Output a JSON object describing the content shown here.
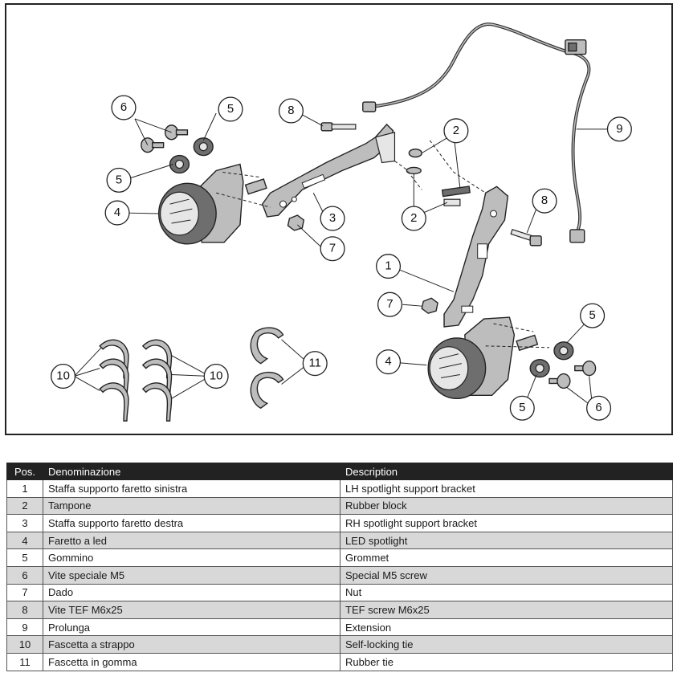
{
  "callouts": {
    "c1": "1",
    "c2a": "2",
    "c2b": "2",
    "c3": "3",
    "c4a": "4",
    "c4b": "4",
    "c5a": "5",
    "c5b": "5",
    "c5c": "5",
    "c5d": "5",
    "c6a": "6",
    "c6b": "6",
    "c7a": "7",
    "c7b": "7",
    "c8a": "8",
    "c8b": "8",
    "c9": "9",
    "c10a": "10",
    "c10b": "10",
    "c11": "11"
  },
  "table": {
    "headers": {
      "pos": "Pos.",
      "it": "Denominazione",
      "en": "Description"
    },
    "rows": [
      {
        "pos": "1",
        "it": "Staffa supporto faretto sinistra",
        "en": "LH spotlight support bracket"
      },
      {
        "pos": "2",
        "it": "Tampone",
        "en": "Rubber block"
      },
      {
        "pos": "3",
        "it": "Staffa supporto faretto destra",
        "en": "RH spotlight support bracket"
      },
      {
        "pos": "4",
        "it": "Faretto a led",
        "en": "LED spotlight"
      },
      {
        "pos": "5",
        "it": "Gommino",
        "en": "Grommet"
      },
      {
        "pos": "6",
        "it": "Vite speciale M5",
        "en": "Special M5 screw"
      },
      {
        "pos": "7",
        "it": "Dado",
        "en": "Nut"
      },
      {
        "pos": "8",
        "it": "Vite TEF M6x25",
        "en": "TEF screw M6x25"
      },
      {
        "pos": "9",
        "it": "Prolunga",
        "en": "Extension"
      },
      {
        "pos": "10",
        "it": "Fascetta a strappo",
        "en": "Self-locking tie"
      },
      {
        "pos": "11",
        "it": "Fascetta in gomma",
        "en": "Rubber tie"
      }
    ]
  }
}
